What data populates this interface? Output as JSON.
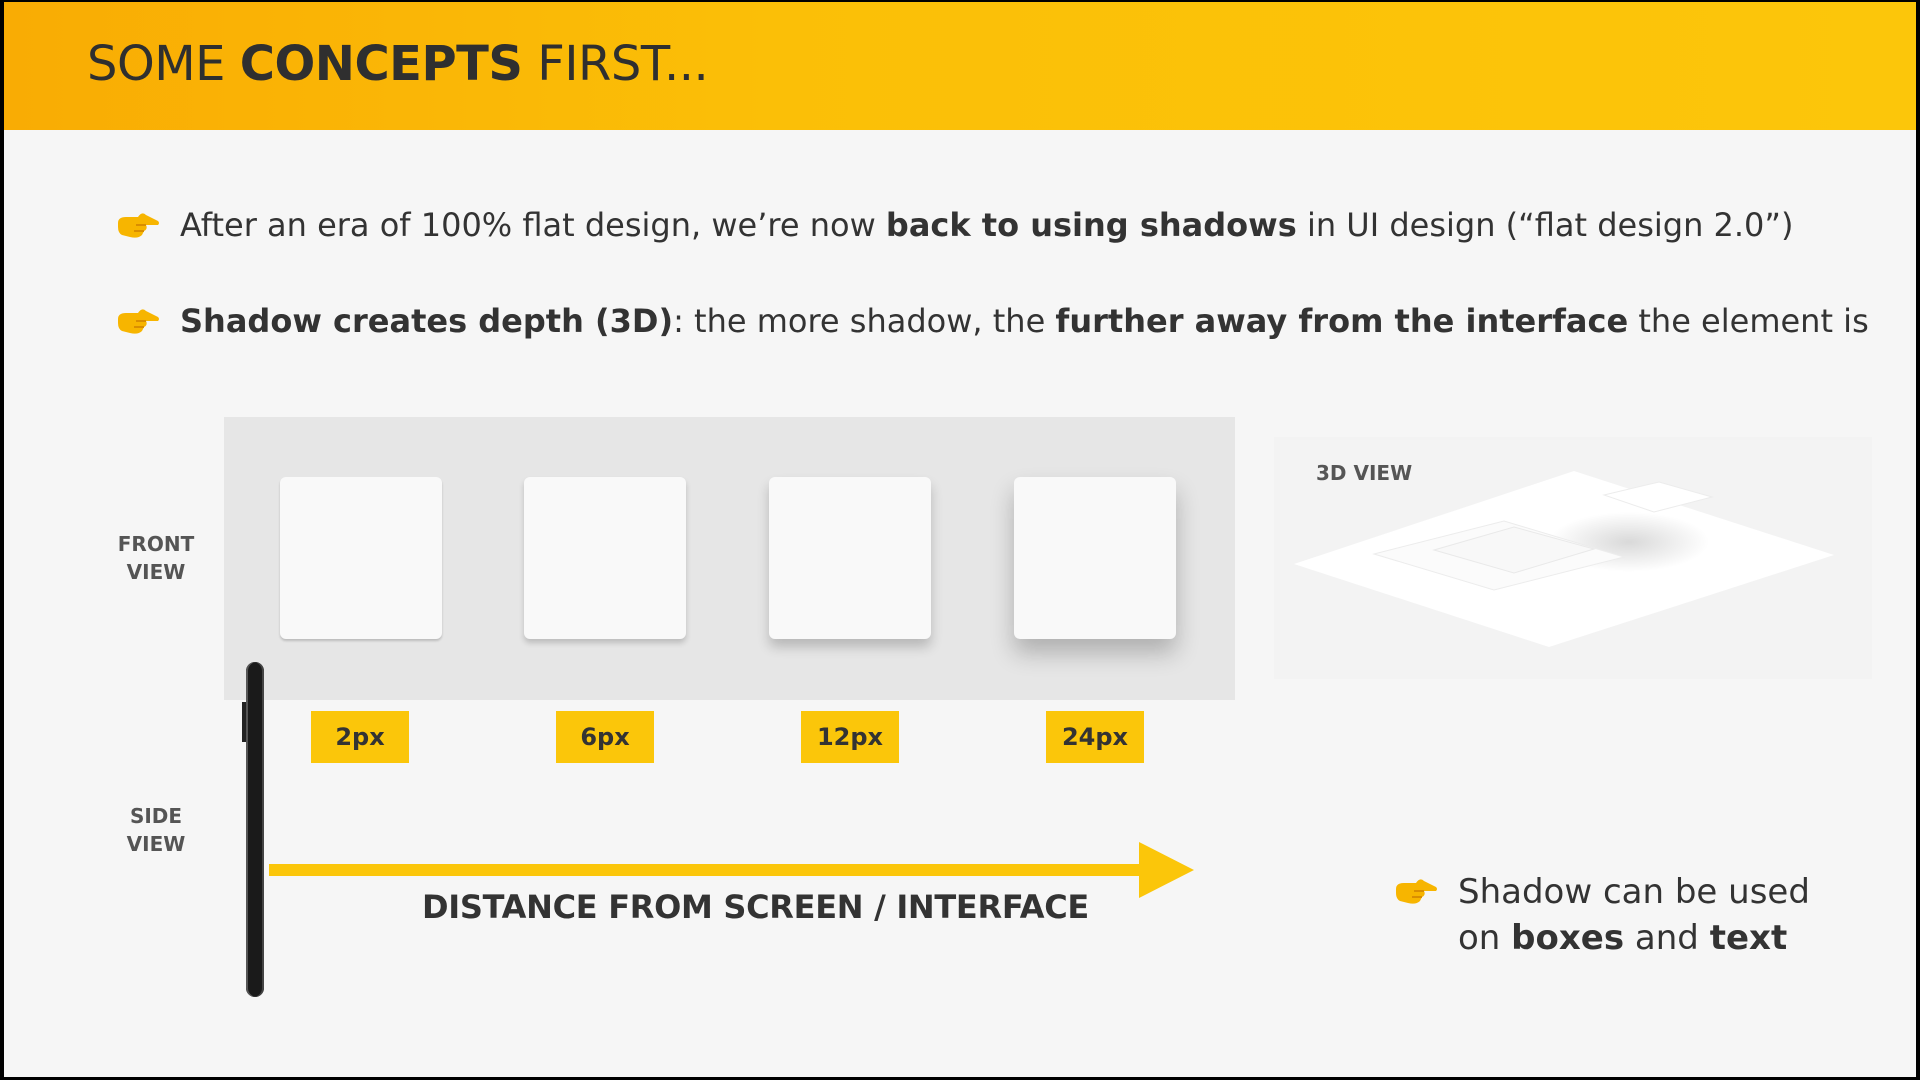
{
  "header": {
    "title_pre": "SOME ",
    "title_bold": "CONCEPTS",
    "title_post": " FIRST..."
  },
  "bullets": [
    {
      "icon": "pointing-hand-icon",
      "t1": "After an era of 100% flat design, we’re now ",
      "b1": "back to using shadows",
      "t2": " in UI design (“flat design 2.0”)"
    },
    {
      "icon": "pointing-hand-icon",
      "b1": "Shadow creates depth (3D)",
      "t1": ": the more shadow, the ",
      "b2": "further away from the interface",
      "t2": " the element is"
    }
  ],
  "labels": {
    "front_view_1": "FRONT",
    "front_view_2": "VIEW",
    "side_view_1": "SIDE",
    "side_view_2": "VIEW",
    "view_3d": "3D VIEW",
    "distance": "DISTANCE FROM SCREEN / INTERFACE"
  },
  "shadow_sizes": [
    "2px",
    "6px",
    "12px",
    "24px"
  ],
  "bullet3": {
    "icon": "pointing-hand-icon",
    "line1": "Shadow can be used",
    "line2_pre": "on ",
    "line2_b1": "boxes",
    "line2_mid": " and ",
    "line2_b2": "text"
  },
  "colors": {
    "accent": "#fbc60a",
    "header_start": "#f9ac04",
    "background": "#f6f6f6"
  }
}
